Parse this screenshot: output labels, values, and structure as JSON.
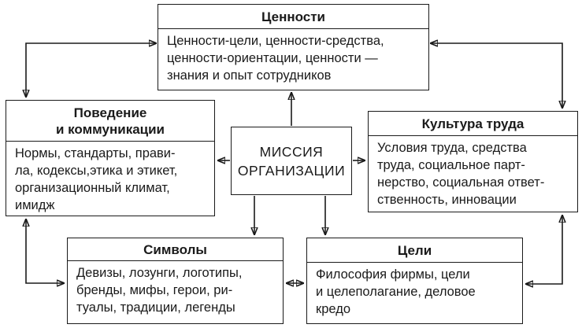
{
  "diagram": {
    "center_box": {
      "label": "МИССИЯ\nОРГАНИЗАЦИИ"
    },
    "boxes": {
      "values": {
        "title": "Ценности",
        "body": "Ценности-цели, ценности-средства,\nценности-ориентации, ценности —\nзнания и опыт сотрудников"
      },
      "behavior": {
        "title": "Поведение\nи коммуникации",
        "body": "Нормы, стандарты, прави-\nла, кодексы,этика и этикет,\nорганизационный климат,\nимидж"
      },
      "culture": {
        "title": "Культура труда",
        "body": "Условия труда, средства\nтруда, социальное парт-\nнерство, социальная ответ-\nственность, инновации"
      },
      "symbols": {
        "title": "Символы",
        "body": "Девизы, лозунги, логотипы,\nбренды, мифы, герои, ри-\nтуалы, традиции, легенды"
      },
      "goals": {
        "title": "Цели",
        "body": "Философия фирмы, цели\nи целеполагание, деловое\nкредо"
      }
    },
    "colors": {
      "line": "#1a1a1a",
      "background": "#ffffff",
      "text": "#1a1a1a"
    }
  }
}
